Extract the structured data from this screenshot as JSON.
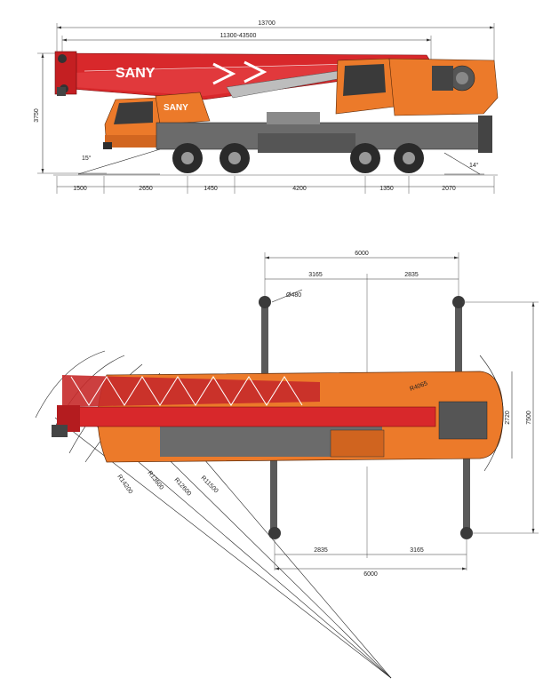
{
  "brand": {
    "logo_text": "SANY",
    "cab_logo_text": "SANY"
  },
  "colors": {
    "boom_red": "#d8282b",
    "body_orange": "#ec7a2a",
    "chassis_gray": "#6b6b6b",
    "tire_black": "#2a2a2a",
    "frame_dark": "#3a3a3a"
  },
  "side_view": {
    "overall_length": "13700",
    "boom_length": "11300-43500",
    "height": "3750",
    "approach_angle": "15°",
    "departure_angle": "14°",
    "segments": [
      "1500",
      "2650",
      "1450",
      "4200",
      "1350",
      "2070"
    ]
  },
  "top_view": {
    "outrigger_span_top": "6000",
    "top_left_span": "3165",
    "top_right_span": "2835",
    "outrigger_span_bottom": "6000",
    "bottom_left_span": "2835",
    "bottom_right_span": "3165",
    "pad_dia": "Ø480",
    "rear_radius": "R4065",
    "width": "2720",
    "outrigger_width": "7500",
    "turning_radii": [
      "R14200",
      "R13600",
      "R12600",
      "R11500"
    ]
  }
}
